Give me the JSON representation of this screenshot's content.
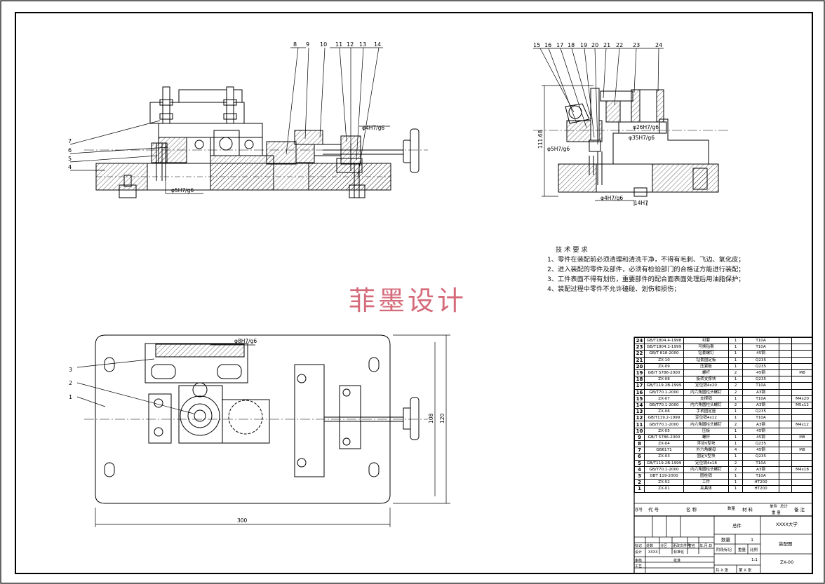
{
  "balloons_front": [
    "8",
    "9",
    "10",
    "11",
    "12",
    "13",
    "14"
  ],
  "balloons_front_left": [
    "7",
    "6",
    "5",
    "4"
  ],
  "balloons_side": [
    "15",
    "16",
    "17",
    "18",
    "19",
    "20",
    "21",
    "22",
    "23",
    "24"
  ],
  "balloons_plan": [
    "3",
    "2",
    "1"
  ],
  "dimensions": {
    "front_fit_1": "φ4H7/g6",
    "front_fit_2": "φ5H7/g6",
    "side_height": "111.68",
    "side_fit_1": "φ26H7/g6",
    "side_fit_2": "φ35H7/g6",
    "side_fit_3": "φ5H7/g6",
    "side_fit_4": "φ4H7/g6",
    "side_fit_5": "14H7",
    "plan_fit": "φ8H7/g6",
    "plan_height_1": "108",
    "plan_height_2": "120",
    "plan_width": "300"
  },
  "tech_requirements": {
    "title": "技术要求",
    "items": [
      "1、零件在装配前必须清理和清洗干净，不得有毛刺、飞边、氧化皮；",
      "2、进入装配的零件及部件，必须有检验部门的合格证方能进行装配；",
      "3、工件表面不得有划伤，重要部件的配合面表面处理后用油脂保护；",
      "4、装配过程中零件不允许磕碰、划伤和损伤；"
    ]
  },
  "watermark": "菲墨设计",
  "bom_rows": [
    {
      "no": "24",
      "code": "GB/T1804.4-1998",
      "name": "衬套",
      "qty": "1",
      "mat": "T10A",
      "note": ""
    },
    {
      "no": "23",
      "code": "GB/T1804.2-1999",
      "name": "可换钻套",
      "qty": "1",
      "mat": "T10A",
      "note": ""
    },
    {
      "no": "22",
      "code": "GB/T 818-2000",
      "name": "钻套螺钉",
      "qty": "1",
      "mat": "45钢",
      "note": ""
    },
    {
      "no": "21",
      "code": "ZX-10",
      "name": "钻套固定板",
      "qty": "1",
      "mat": "Q235",
      "note": ""
    },
    {
      "no": "20",
      "code": "ZX-09",
      "name": "压紧板",
      "qty": "1",
      "mat": "Q235",
      "note": ""
    },
    {
      "no": "19",
      "code": "GB/T 5786-2000",
      "name": "螺杆",
      "qty": "2",
      "mat": "45钢",
      "note": "M8"
    },
    {
      "no": "18",
      "code": "ZX-08",
      "name": "旋转支撑块",
      "qty": "1",
      "mat": "Q235",
      "note": ""
    },
    {
      "no": "17",
      "code": "GB/T119.2B-1999",
      "name": "定位销4x20",
      "qty": "2",
      "mat": "T10A",
      "note": ""
    },
    {
      "no": "16",
      "code": "GB/T70.1-2000",
      "name": "内六角圆柱头螺钉",
      "qty": "2",
      "mat": "A3钢",
      "note": ""
    },
    {
      "no": "15",
      "code": "ZX-07",
      "name": "支撑销",
      "qty": "1",
      "mat": "T10A",
      "note": "M4x20"
    },
    {
      "no": "14",
      "code": "GB/T70.1-2000",
      "name": "内六角圆柱头螺钉",
      "qty": "2",
      "mat": "A3钢",
      "note": "M5x12"
    },
    {
      "no": "13",
      "code": "ZX-06",
      "name": "手柄固定座",
      "qty": "1",
      "mat": "Q235",
      "note": ""
    },
    {
      "no": "12",
      "code": "GB/T119.2-1999",
      "name": "定位销4x12",
      "qty": "1",
      "mat": "T10A",
      "note": ""
    },
    {
      "no": "11",
      "code": "GB/T70.1-2000",
      "name": "内六角圆柱头螺钉",
      "qty": "2",
      "mat": "A3钢",
      "note": "M4x12"
    },
    {
      "no": "10",
      "code": "ZX-05",
      "name": "压板",
      "qty": "1",
      "mat": "45钢",
      "note": ""
    },
    {
      "no": "9",
      "code": "GB/T 5786-2000",
      "name": "螺杆",
      "qty": "1",
      "mat": "45钢",
      "note": "M8"
    },
    {
      "no": "8",
      "code": "ZX-04",
      "name": "浮动V型块",
      "qty": "1",
      "mat": "Q235",
      "note": ""
    },
    {
      "no": "7",
      "code": "GB6171",
      "name": "外六角螺母",
      "qty": "4",
      "mat": "45钢",
      "note": "M8"
    },
    {
      "no": "6",
      "code": "ZX-03",
      "name": "固定V型块",
      "qty": "1",
      "mat": "Q235",
      "note": ""
    },
    {
      "no": "5",
      "code": "GB/T119.2B-1999",
      "name": "定位销4x18",
      "qty": "2",
      "mat": "T10A",
      "note": ""
    },
    {
      "no": "4",
      "code": "GB/T70.1-2000",
      "name": "内六角圆柱头螺钉",
      "qty": "2",
      "mat": "A3钢",
      "note": "M4x18"
    },
    {
      "no": "3",
      "code": "GBT 119-2000",
      "name": "圆柱销",
      "qty": "1",
      "mat": "T10A",
      "note": ""
    },
    {
      "no": "2",
      "code": "ZX-02",
      "name": "工件",
      "qty": "1",
      "mat": "HT200",
      "note": ""
    },
    {
      "no": "1",
      "code": "ZX-01",
      "name": "夹具体",
      "qty": "1",
      "mat": "HT200",
      "note": ""
    }
  ],
  "bom_header": {
    "no": "序号",
    "code": "代 号",
    "name": "名 称",
    "qty": "数量",
    "mat": "材 料",
    "single": "单件",
    "total": "总计",
    "weight": "重 量",
    "note": "备 注"
  },
  "title_block": {
    "assembly": "总件",
    "school": "XXXX大学",
    "qty_label": "数量",
    "qty": "1",
    "drawing_name": "装配图",
    "stage_label": "阶段标记",
    "weight_label": "重量",
    "scale_label": "比例",
    "scale": "1:1",
    "drawing_no": "ZX-00",
    "sheet_total": "共 X 张",
    "sheet_no": "第 X 张",
    "mark_label": "标记",
    "count_label": "处数",
    "zone_label": "分区",
    "change_label": "更改文件号",
    "sign_label": "签名",
    "date_label": "年.月.日",
    "designer_label": "设计",
    "designer": "XXXX",
    "std_label": "标准化",
    "review_label": "审核",
    "process_label": "工艺",
    "approve_label": "批准"
  }
}
